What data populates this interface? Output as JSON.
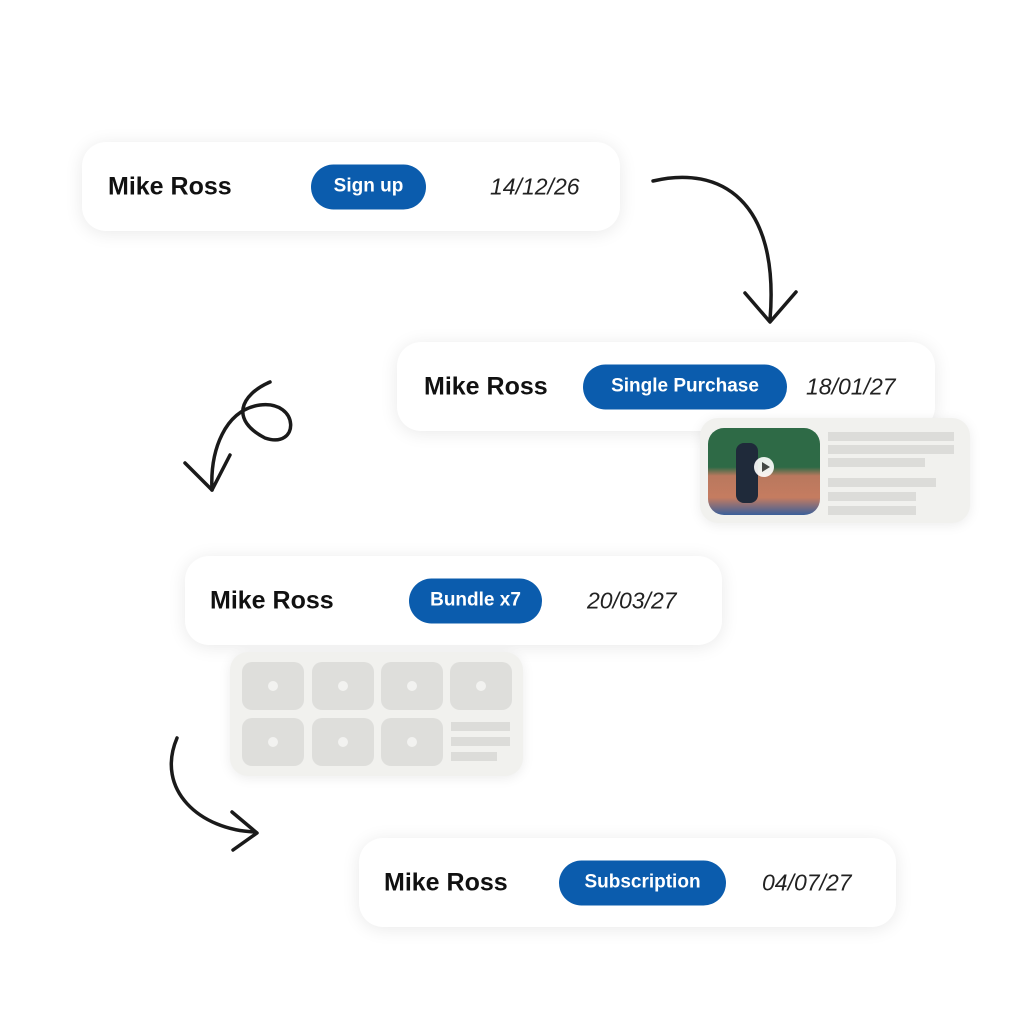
{
  "entries": [
    {
      "name": "Mike Ross",
      "badge": "Sign up",
      "date": "14/12/26"
    },
    {
      "name": "Mike Ross",
      "badge": "Single Purchase",
      "date": "18/01/27"
    },
    {
      "name": "Mike Ross",
      "badge": "Bundle x7",
      "date": "20/03/27"
    },
    {
      "name": "Mike Ross",
      "badge": "Subscription",
      "date": "04/07/27"
    }
  ],
  "colors": {
    "badge": "#0b5cad"
  }
}
